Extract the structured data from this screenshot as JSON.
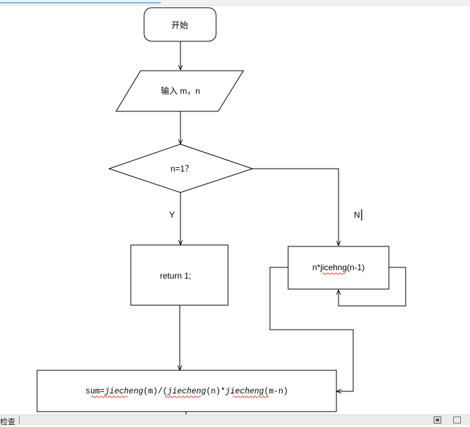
{
  "flowchart": {
    "start": "开始",
    "input": "输入 m，n",
    "decision": "n=1？",
    "yes_label": "Y",
    "no_label": "N",
    "yes_process": "return 1;",
    "no_process": {
      "prefix": "n*",
      "call": "jicehng",
      "suffix": "(n-1)"
    },
    "output": {
      "p1": "sum=",
      "f1": "jiecheng",
      "p2": "(m)/(",
      "f2": "jiecheng",
      "p3": "(n)*",
      "f3": "jiecheng",
      "p4": "(m-n)"
    }
  },
  "statusbar": {
    "left_text": "检查"
  },
  "colors": {
    "line": "#000000",
    "spellcheck_underline": "#e0302d",
    "progress": "#7fb5e6"
  }
}
